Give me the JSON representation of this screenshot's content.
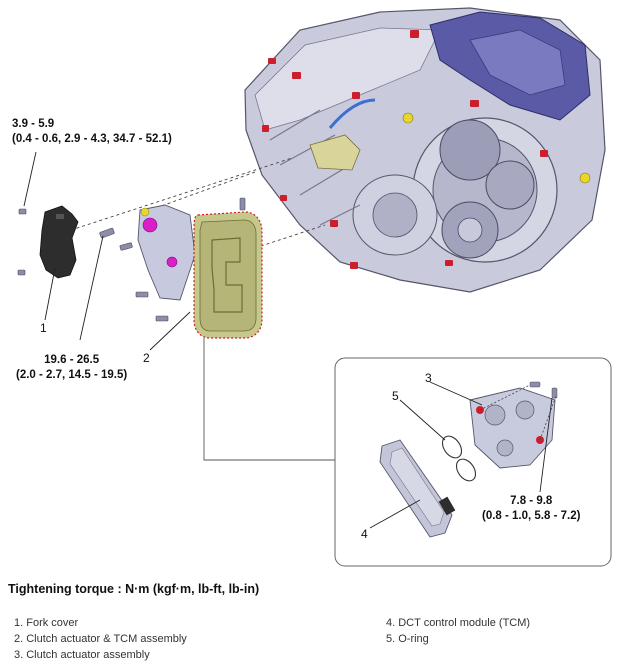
{
  "diagram": {
    "torques": [
      {
        "main": "3.9 - 5.9",
        "detail": "(0.4 - 0.6, 2.9 - 4.3, 34.7 - 52.1)"
      },
      {
        "main": "19.6 - 26.5",
        "detail": "(2.0 - 2.7, 14.5 - 19.5)"
      },
      {
        "main": "7.8 - 9.8",
        "detail": "(0.8 - 1.0, 5.8 - 7.2)"
      }
    ],
    "callouts": [
      "1",
      "2",
      "3",
      "4",
      "5"
    ]
  },
  "legend": {
    "heading": "Tightening torque : N·m (kgf·m, lb-ft, lb-in)",
    "items": [
      "1. Fork cover",
      "2. Clutch actuator & TCM assembly",
      "3. Clutch actuator assembly",
      "4. DCT control module (TCM)",
      "5. O-ring"
    ]
  }
}
